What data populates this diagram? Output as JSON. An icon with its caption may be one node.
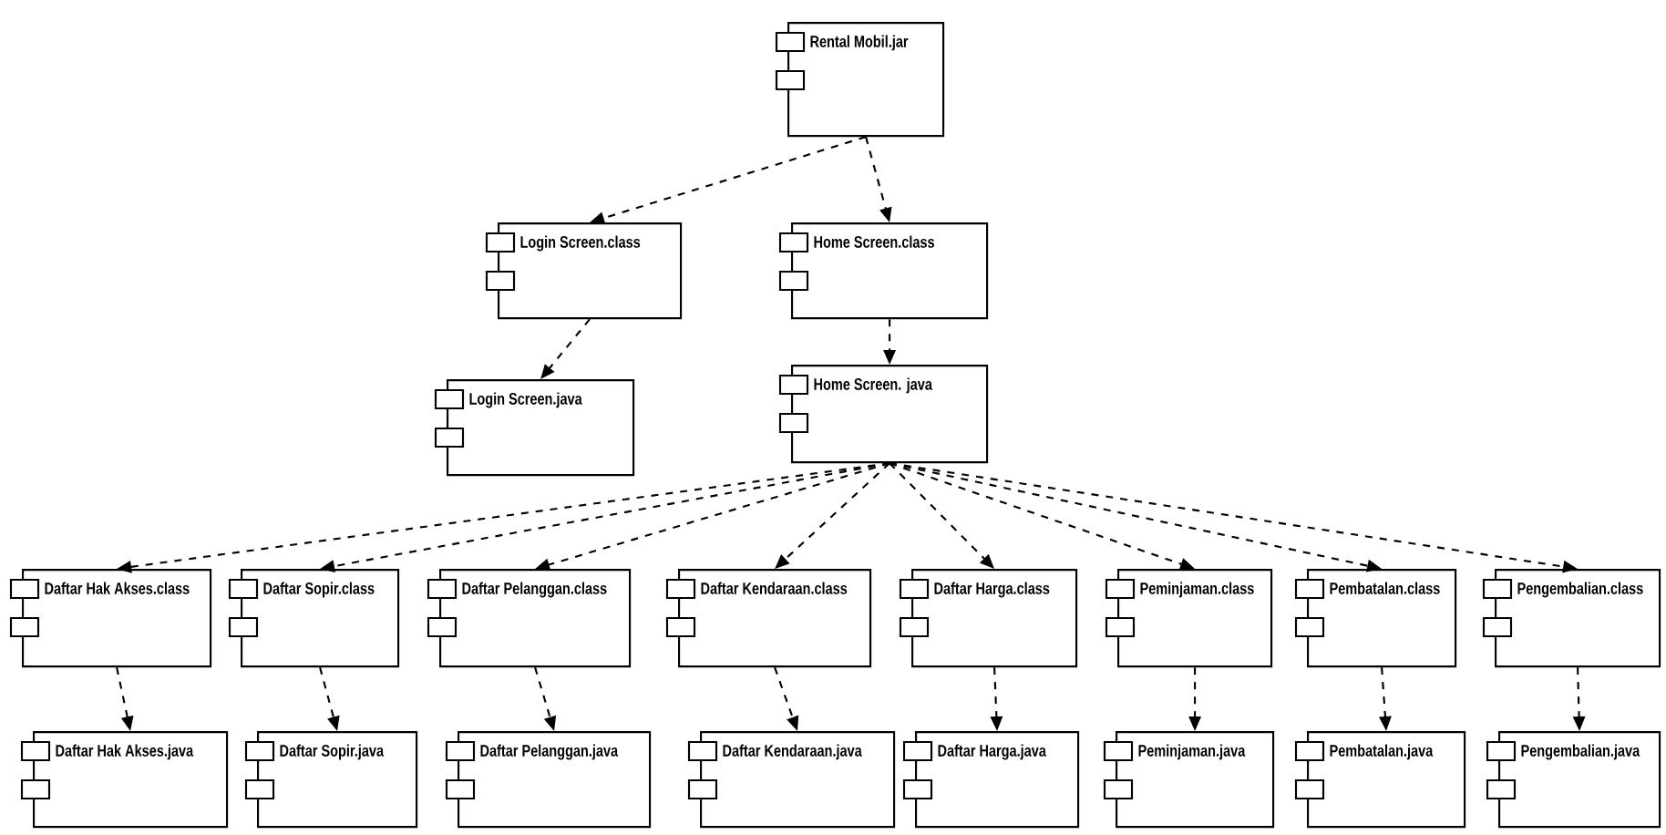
{
  "diagram": {
    "nodes": [
      {
        "text": [
          "Rental Mobil.jar"
        ]
      },
      {
        "text": [
          "Login Screen.class"
        ]
      },
      {
        "text": [
          "Home Screen.class"
        ]
      },
      {
        "text": [
          "Login Screen.java"
        ]
      },
      {
        "text": [
          "Home Screen. java"
        ]
      },
      {
        "text": [
          "Daftar Hak Akses.class"
        ]
      },
      {
        "text": [
          "Daftar Sopir.class"
        ]
      },
      {
        "text": [
          "Daftar Pelanggan.class"
        ]
      },
      {
        "text": [
          "Daftar Kendaraan.class"
        ]
      },
      {
        "text": [
          "Daftar Harga.class"
        ]
      },
      {
        "text": [
          "Peminjaman.class"
        ]
      },
      {
        "text": [
          "Pembatalan.class"
        ]
      },
      {
        "text": [
          "Pengembalian.class"
        ]
      },
      {
        "text": [
          "Daftar Hak Akses.java"
        ]
      },
      {
        "text": [
          "Daftar Sopir.java"
        ]
      },
      {
        "text": [
          "Daftar Pelanggan.java"
        ]
      },
      {
        "text": [
          "Daftar Kendaraan.java"
        ]
      },
      {
        "text": [
          "Daftar Harga.java"
        ]
      },
      {
        "text": [
          "Peminjaman.java"
        ]
      },
      {
        "text": [
          "Pembatalan.java"
        ]
      },
      {
        "text": [
          "Pengembalian.java"
        ]
      }
    ],
    "edges": [
      {
        "from": 0,
        "to": 1,
        "arrow": "to"
      },
      {
        "from": 0,
        "to": 2,
        "arrow": "to"
      },
      {
        "from": 1,
        "to": 3,
        "arrow": "to"
      },
      {
        "from": 2,
        "to": 4,
        "arrow": "to"
      },
      {
        "from": 4,
        "to": 5,
        "arrow": "to"
      },
      {
        "from": 4,
        "to": 6,
        "arrow": "to"
      },
      {
        "from": 4,
        "to": 7,
        "arrow": "to"
      },
      {
        "from": 4,
        "to": 8,
        "arrow": "to"
      },
      {
        "from": 4,
        "to": 9,
        "arrow": "to"
      },
      {
        "from": 4,
        "to": 10,
        "arrow": "to"
      },
      {
        "from": 4,
        "to": 11,
        "arrow": "to"
      },
      {
        "from": 4,
        "to": 12,
        "arrow": "to"
      },
      {
        "from": 5,
        "to": 13,
        "arrow": "to"
      },
      {
        "from": 6,
        "to": 14,
        "arrow": "to"
      },
      {
        "from": 7,
        "to": 15,
        "arrow": "to"
      },
      {
        "from": 8,
        "to": 16,
        "arrow": "to"
      },
      {
        "from": 9,
        "to": 17,
        "arrow": "to"
      },
      {
        "from": 10,
        "to": 18,
        "arrow": "to"
      },
      {
        "from": 11,
        "to": 19,
        "arrow": "to"
      },
      {
        "from": 12,
        "to": 20,
        "arrow": "to"
      }
    ]
  }
}
